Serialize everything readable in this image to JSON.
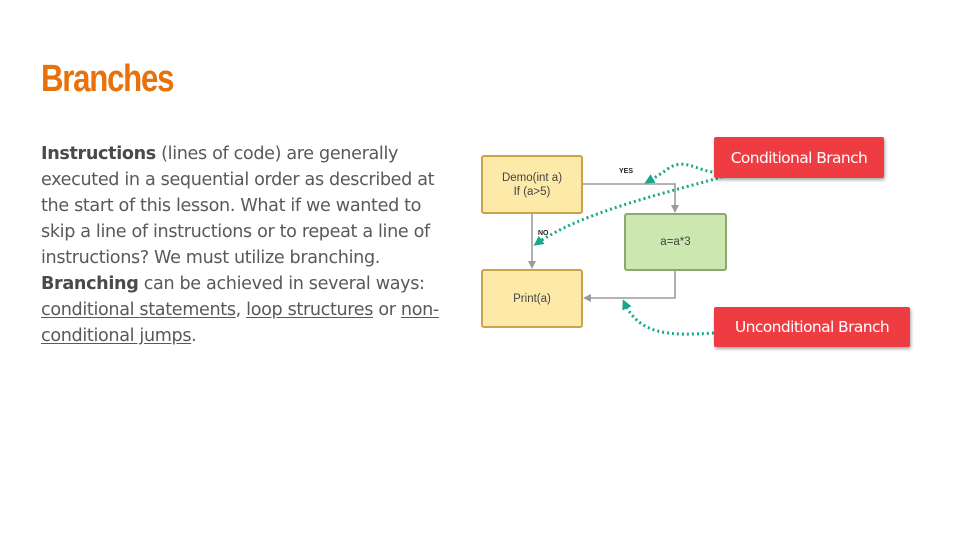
{
  "slide": {
    "title": "Branches",
    "body": {
      "bold_instructions": "Instructions",
      "text_1": " (lines of code) are generally executed in a sequential order as described at the start of this lesson. What if we wanted to skip a line of instructions or to repeat a line of instructions? We must utilize branching. ",
      "bold_branching": "Branching",
      "text_2": " can be achieved in several ways: ",
      "link_conditional": "conditional statements",
      "sep_1": ", ",
      "link_loop": "loop structures",
      "sep_2": " or ",
      "link_jumps": "non-conditional jumps",
      "end": "."
    }
  },
  "diagram": {
    "box_demo": "Demo(int a)\nIf (a>5)",
    "box_calc": "a=a*3",
    "box_print": "Print(a)",
    "label_yes": "YES",
    "label_no": "NO",
    "tag_conditional": "Conditional Branch",
    "tag_unconditional": "Unconditional Branch"
  },
  "colors": {
    "title": "#e8710a",
    "body_text": "#595959",
    "yellow_box": "#fde9a8",
    "green_box": "#cde7b0",
    "tag_red": "#ef3c42",
    "dotted_arrow": "#1aa68a"
  }
}
